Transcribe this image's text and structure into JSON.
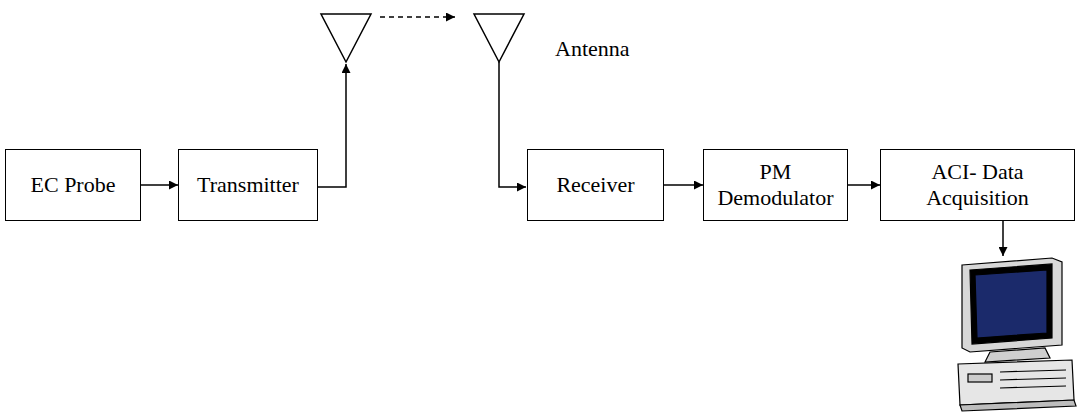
{
  "diagram": {
    "nodes": [
      {
        "text": [
          "EC Probe"
        ]
      },
      {
        "text": [
          "Transmitter"
        ]
      },
      {
        "text": [
          "Receiver"
        ]
      },
      {
        "text": [
          "PM Demodulator"
        ]
      },
      {
        "text": [
          "ACI- Data Acquisition"
        ]
      }
    ],
    "edges": [
      {
        "from": 0,
        "to": 1,
        "arrow": "to"
      },
      {
        "from": 2,
        "to": 3,
        "arrow": "to"
      },
      {
        "from": 3,
        "to": 4,
        "arrow": "to"
      }
    ],
    "labels": [
      "Antenna"
    ]
  }
}
